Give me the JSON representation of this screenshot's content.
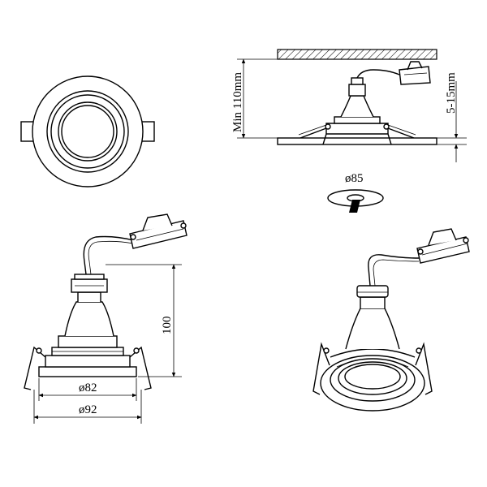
{
  "labels": {
    "min_height": "Min 110mm",
    "ceiling_thickness": "5-15mm",
    "cutout_diameter": "ø85",
    "total_height": "100",
    "inner_diameter": "ø82",
    "outer_diameter": "ø92"
  }
}
